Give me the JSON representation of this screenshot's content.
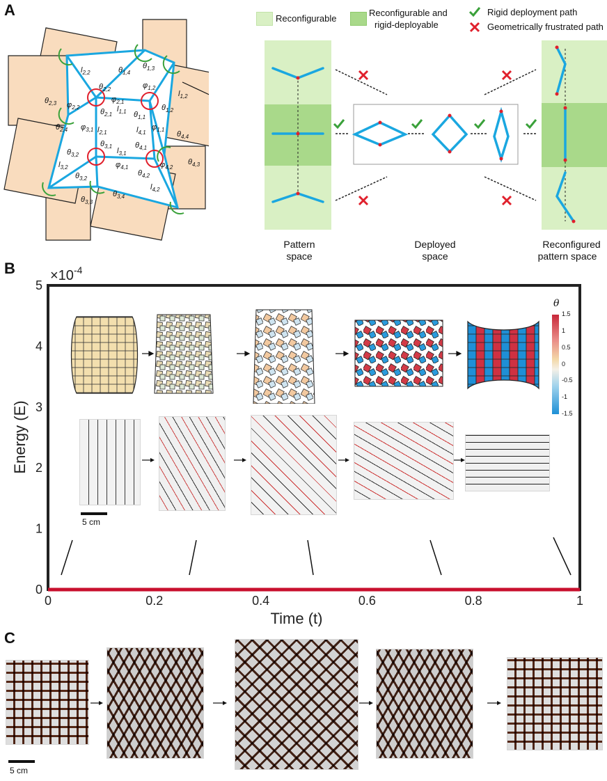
{
  "panels": {
    "a": "A",
    "b": "B",
    "c": "C"
  },
  "panel_a": {
    "legend": {
      "reconfigurable": "Reconfigurable",
      "reconfig_deploy_1": "Reconfigurable and",
      "reconfig_deploy_2": "rigid-deployable",
      "rigid_path": "Rigid deployment path",
      "frustrated_path": "Geometrically frustrated path"
    },
    "captions": {
      "pattern_1": "Pattern",
      "pattern_2": "space",
      "deployed_1": "Deployed",
      "deployed_2": "space",
      "reconf_1": "Reconfigured",
      "reconf_2": "pattern space"
    },
    "colors": {
      "tile": "#f9dcbe",
      "edge": "#1aa7e0",
      "red_arc": "#e0202c",
      "green_arc": "#3aa13a",
      "light_green": "#d9f0c4",
      "dark_green": "#a9d98a"
    }
  },
  "panel_b": {
    "scalebar": "5 cm",
    "colorbar": {
      "title": "θ",
      "ticks": [
        "1.5",
        "1",
        "0.5",
        "0",
        "-0.5",
        "-1",
        "-1.5"
      ]
    }
  },
  "panel_c": {
    "scalebar": "5 cm"
  },
  "chart_data": {
    "type": "line",
    "xlabel": "Time (t)",
    "ylabel": "Energy (E)",
    "exponent": "×10",
    "exponent_power": "-4",
    "xlim": [
      0,
      1
    ],
    "ylim": [
      0,
      5
    ],
    "xticks": [
      "0",
      "0.2",
      "0.4",
      "0.6",
      "0.8",
      "1"
    ],
    "yticks": [
      "0",
      "1",
      "2",
      "3",
      "4",
      "5"
    ],
    "series": [
      {
        "x": [
          0,
          0.25,
          0.5,
          0.75,
          1
        ],
        "y": [
          0,
          0,
          0,
          0,
          0
        ],
        "color": "#c8102e"
      }
    ]
  }
}
